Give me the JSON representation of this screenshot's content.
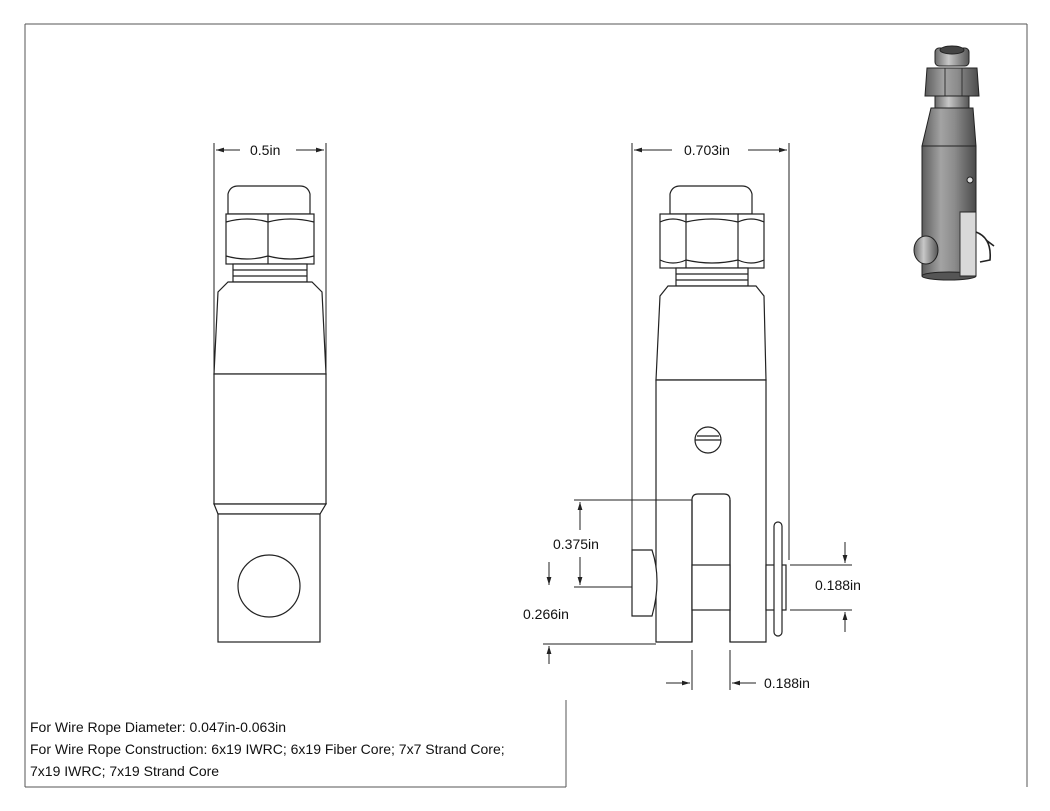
{
  "dimensions": {
    "front_width": "0.5in",
    "side_width": "0.703in",
    "slot_depth": "0.375in",
    "pin_offset": "0.266in",
    "pin_diameter": "0.188in",
    "slot_width": "0.188in"
  },
  "notes": {
    "line1": "For Wire Rope Diameter: 0.047in-0.063in",
    "line2": "For Wire Rope Construction: 6x19 IWRC; 6x19 Fiber Core; 7x7 Strand Core;",
    "line3": "7x19 IWRC; 7x19 Strand Core"
  },
  "colors": {
    "line": "#222222",
    "metal_dark": "#6f6f6f",
    "metal_mid": "#9a9a9a",
    "metal_light": "#cfcfcf"
  },
  "icons": {
    "isometric_view": "clevis-swage-fitting-3d"
  }
}
